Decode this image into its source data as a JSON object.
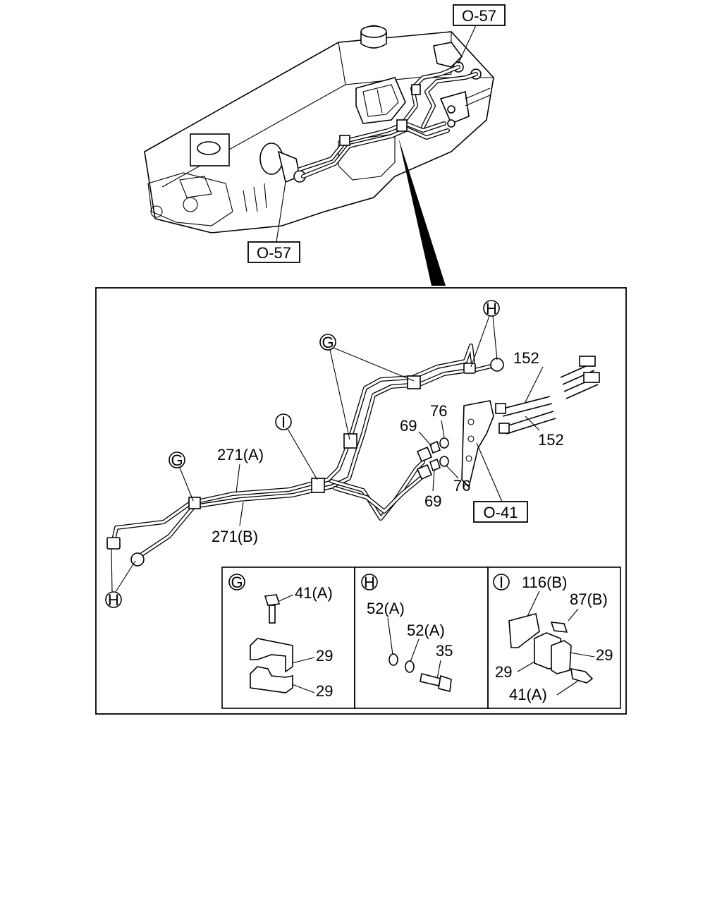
{
  "refs": {
    "top_right": "O-57",
    "top_left": "O-57",
    "bracket": "O-41"
  },
  "callouts": {
    "g_main": "G",
    "g_left": "G",
    "h_top": "H",
    "h_bottom": "H",
    "i_main": "I"
  },
  "labels": {
    "p152_top": "152",
    "p152_bottom": "152",
    "p76_top": "76",
    "p69_top": "69",
    "p76_bottom": "76",
    "p69_bottom": "69",
    "p271a": "271(A)",
    "p271b": "271(B)"
  },
  "detail_g": {
    "key": "G",
    "p41a": "41(A)",
    "p29_top": "29",
    "p29_bottom": "29"
  },
  "detail_h": {
    "key": "H",
    "p52a_1": "52(A)",
    "p52a_2": "52(A)",
    "p35": "35"
  },
  "detail_i": {
    "key": "I",
    "p116b": "116(B)",
    "p87b": "87(B)",
    "p29_right": "29",
    "p29_left": "29",
    "p41a": "41(A)"
  }
}
